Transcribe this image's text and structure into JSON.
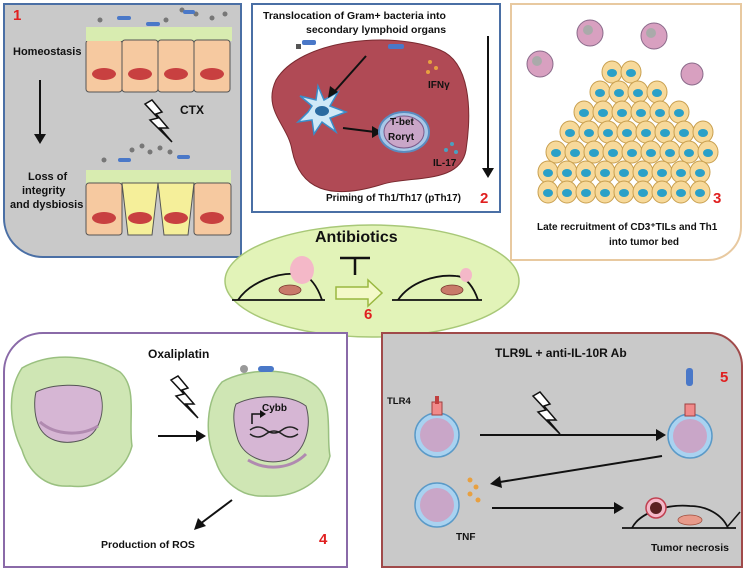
{
  "colors": {
    "panel_gray": "#c9c9c9",
    "panel1_border": "#4a6fa5",
    "panel2_border": "#4a6fa5",
    "panel3_border": "#e8c9a0",
    "panel4_border": "#8a6aa8",
    "panel5_border": "#a04a4a",
    "center_fill": "#e2f3b8",
    "red_number": "#e02020"
  },
  "panel1": {
    "number": "1",
    "homeostasis": "Homeostasis",
    "ctx": "CTX",
    "loss_line1": "Loss of",
    "loss_line2": "integrity",
    "loss_line3": "and dysbiosis"
  },
  "panel2": {
    "number": "2",
    "title_line1": "Translocation of Gram+ bacteria into",
    "title_line2": "secondary lymphoid organs",
    "ifn": "IFNγ",
    "tbet": "T-bet",
    "ror": "Rorγt",
    "il17": "IL-17",
    "footer": "Priming of Th1/Th17 (pTh17)"
  },
  "panel3": {
    "number": "3",
    "caption_line1": "Late recruitment of CD3⁺TILs and Th1",
    "caption_line2": "into tumor bed"
  },
  "center": {
    "title": "Antibiotics",
    "number": "6"
  },
  "panel4": {
    "number": "4",
    "title": "Oxaliplatin",
    "gene": "Cybb",
    "caption": "Production of ROS"
  },
  "panel5": {
    "number": "5",
    "title": "TLR9L + anti-IL-10R Ab",
    "tlr4": "TLR4",
    "tnf": "TNF",
    "caption": "Tumor necrosis"
  }
}
